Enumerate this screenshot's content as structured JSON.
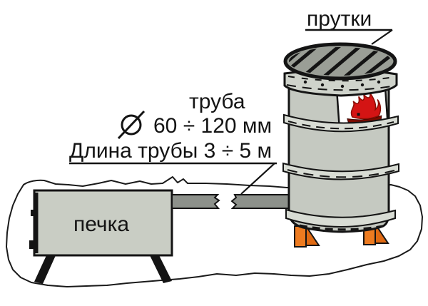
{
  "diagram": {
    "labels": {
      "rods": "прутки",
      "pipe_title": "труба",
      "pipe_diameter": "60 ÷ 120 мм",
      "pipe_length": "Длина трубы 3 ÷ 5 м",
      "stove": "печка"
    },
    "colors": {
      "background": "#ffffff",
      "line": "#141414",
      "stove_fill": "#c9cdc4",
      "barrel_fill": "#c5c9c1",
      "band_fill": "#d8dcd4",
      "collar_fill": "#cfd3cb",
      "lid_fill": "#9a9e96",
      "pipe_fill": "#8d918b",
      "support_orange": "#ed7b20",
      "support_orange_dark": "#e06a12",
      "flame_red": "#d41414",
      "flame_dark": "#7c0c00"
    }
  }
}
